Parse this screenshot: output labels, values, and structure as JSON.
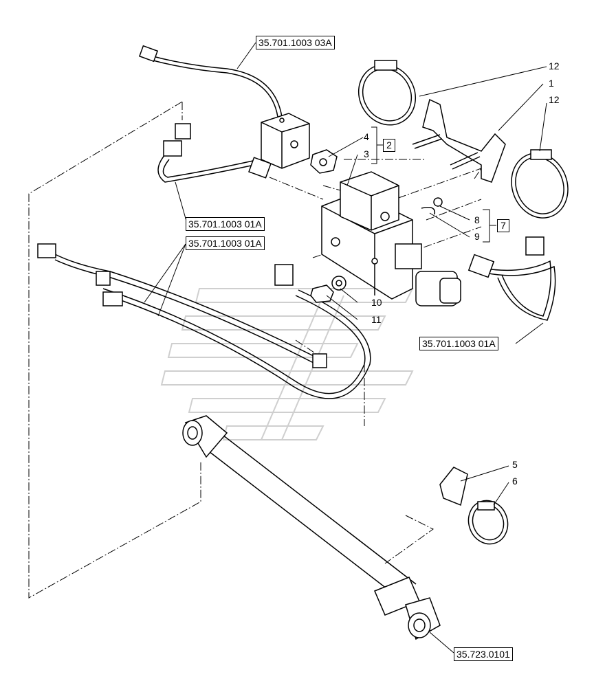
{
  "references": {
    "ref_top": "35.701.1003 03A",
    "ref_left_a": "35.701.1003 01A",
    "ref_left_b": "35.701.1003 01A",
    "ref_right": "35.701.1003 01A",
    "ref_bottom": "35.723.0101"
  },
  "callouts": {
    "c12a": "12",
    "c1": "1",
    "c12b": "12",
    "c4": "4",
    "c3": "3",
    "c2": "2",
    "c8": "8",
    "c9": "9",
    "c7": "7",
    "c10": "10",
    "c11": "11",
    "c5": "5",
    "c6": "6"
  },
  "colors": {
    "line": "#000000",
    "watermark": "#cfcfcf"
  }
}
